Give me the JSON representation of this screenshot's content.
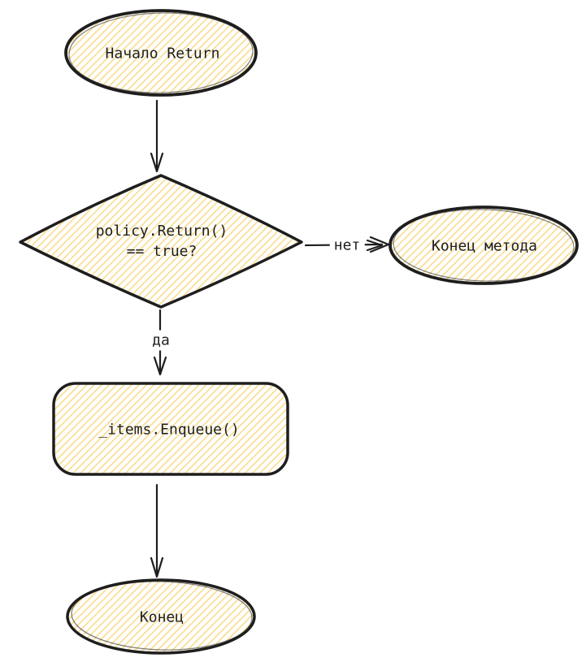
{
  "colors": {
    "background": "#ffffff",
    "stroke": "#1e1e1e",
    "hatch": "#f9db8a"
  },
  "diagram": {
    "type": "flowchart",
    "nodes": [
      {
        "id": "start",
        "shape": "ellipse",
        "label": "Начало Return"
      },
      {
        "id": "decision",
        "shape": "diamond",
        "lines": [
          "policy.Return()",
          "== true?"
        ]
      },
      {
        "id": "end-method",
        "shape": "ellipse",
        "label": "Конец метода"
      },
      {
        "id": "enqueue",
        "shape": "rounded-rectangle",
        "label": "_items.Enqueue()"
      },
      {
        "id": "end",
        "shape": "ellipse",
        "label": "Конец"
      }
    ],
    "edges": [
      {
        "from": "start",
        "to": "decision",
        "label": ""
      },
      {
        "from": "decision",
        "to": "end-method",
        "label": "нет"
      },
      {
        "from": "decision",
        "to": "enqueue",
        "label": "да"
      },
      {
        "from": "enqueue",
        "to": "end",
        "label": ""
      }
    ]
  }
}
